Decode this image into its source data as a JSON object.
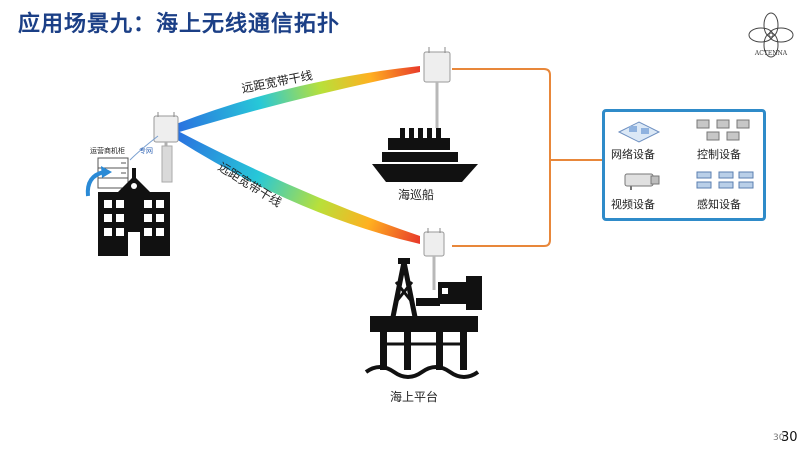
{
  "title": "应用场景九：海上无线通信拓扑",
  "logo_text": "ACTENNA",
  "links": {
    "upper": "远距宽带干线",
    "lower": "远距宽带干线"
  },
  "nodes": {
    "building_caption": "运营商机柜",
    "private_net": "专网",
    "ship": "海巡船",
    "platform": "海上平台"
  },
  "devices": {
    "network": "网络设备",
    "control": "控制设备",
    "video": "视频设备",
    "sensing": "感知设备"
  },
  "page_ghost": "30",
  "page_number": "30",
  "colors": {
    "title": "#1b3f86",
    "connector": "#e8873a",
    "panel_border": "#2f8bc9"
  }
}
